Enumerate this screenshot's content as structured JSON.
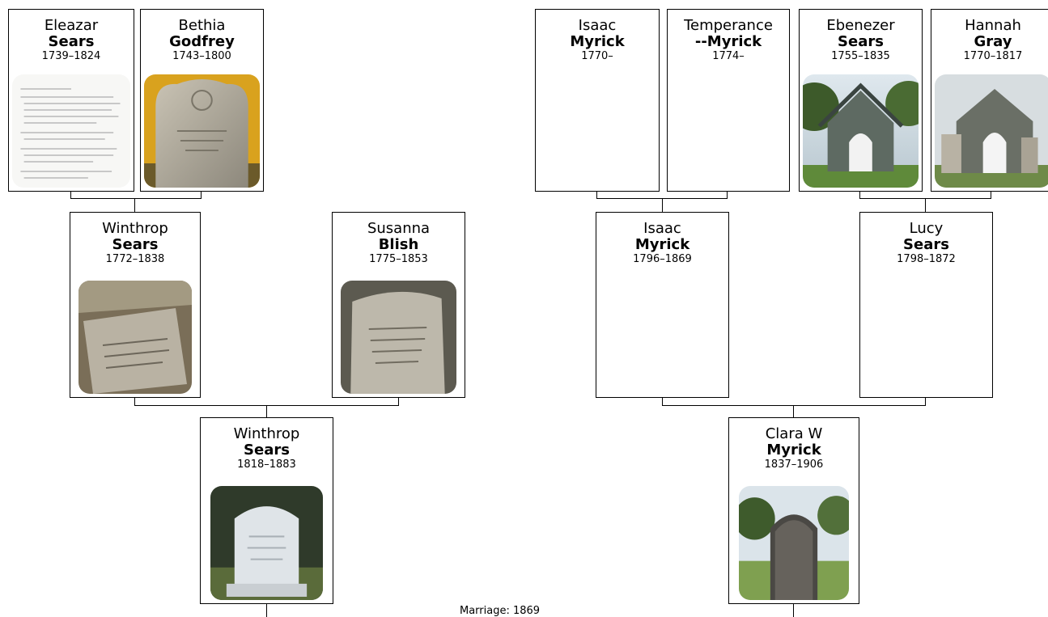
{
  "people": {
    "eleazar": {
      "first": "Eleazar",
      "last": "Sears",
      "dates": "1739–1824",
      "photo": "document-photo"
    },
    "bethia": {
      "first": "Bethia",
      "last": "Godfrey",
      "dates": "1743–1800",
      "photo": "gravestone-photo"
    },
    "isaac_sr": {
      "first": "Isaac",
      "last": "Myrick",
      "dates": "1770–"
    },
    "temperance": {
      "first": "Temperance",
      "last": "--Myrick",
      "dates": "1774–"
    },
    "ebenezer": {
      "first": "Ebenezer",
      "last": "Sears",
      "dates": "1755–1835",
      "photo": "chapel-photo"
    },
    "hannah": {
      "first": "Hannah",
      "last": "Gray",
      "dates": "1770–1817",
      "photo": "chapel-photo"
    },
    "winthrop_sr": {
      "first": "Winthrop",
      "last": "Sears",
      "dates": "1772–1838",
      "photo": "gravestone-photo"
    },
    "susanna": {
      "first": "Susanna",
      "last": "Blish",
      "dates": "1775–1853",
      "photo": "gravestone-photo"
    },
    "isaac_jr": {
      "first": "Isaac",
      "last": "Myrick",
      "dates": "1796–1869"
    },
    "lucy": {
      "first": "Lucy",
      "last": "Sears",
      "dates": "1798–1872"
    },
    "winthrop_jr": {
      "first": "Winthrop",
      "last": "Sears",
      "dates": "1818–1883",
      "photo": "gravestone-photo"
    },
    "clara": {
      "first": "Clara W",
      "last": "Myrick",
      "dates": "1837–1906",
      "photo": "gravestone-photo"
    }
  },
  "marriage": "Marriage: 1869"
}
